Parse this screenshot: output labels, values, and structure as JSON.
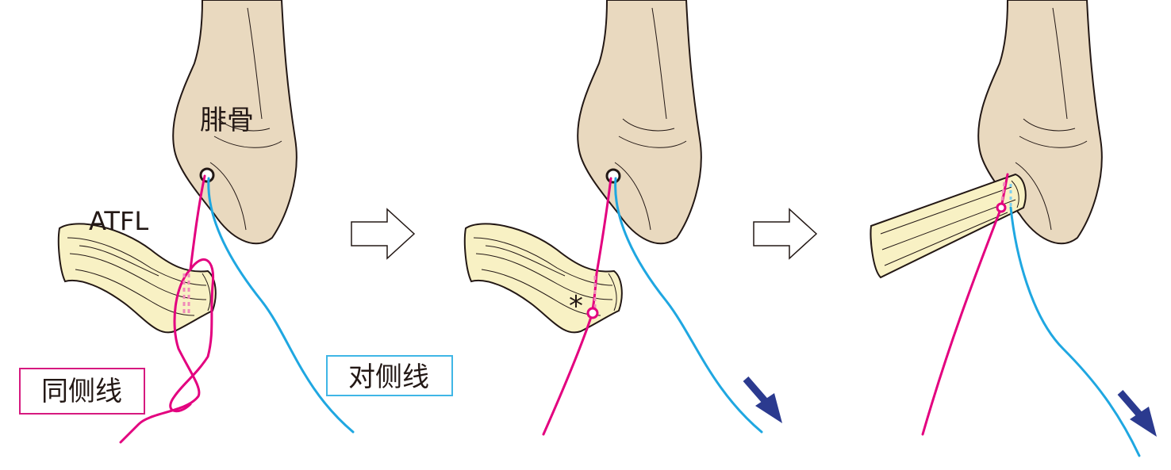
{
  "labels": {
    "fibula": "腓骨",
    "ligament": "ATFL",
    "ipsilateral_suture": "同侧线",
    "contralateral_suture": "对侧线",
    "asterisk": "*"
  },
  "colors": {
    "bone_fill": "#e9d9bf",
    "ligament_fill": "#f8f1c4",
    "ipsilateral_line": "#e3007f",
    "contralateral_line": "#1fa7e1",
    "ipsilateral_box_border": "#d6197f",
    "contralateral_box_border": "#3fb6e6",
    "pull_arrow": "#2b3a8f",
    "outline": "#231815"
  },
  "panels": [
    "step-1",
    "step-2",
    "step-3"
  ]
}
